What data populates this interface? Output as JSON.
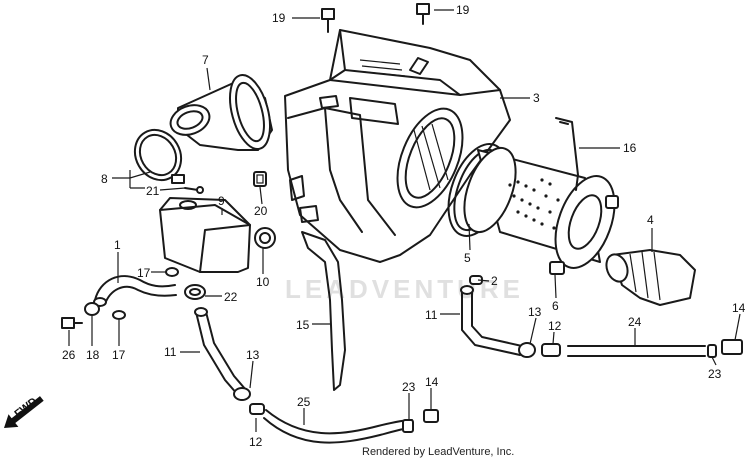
{
  "callouts": [
    {
      "id": "c19a",
      "text": "19"
    },
    {
      "id": "c19b",
      "text": "19"
    },
    {
      "id": "c7",
      "text": "7"
    },
    {
      "id": "c3",
      "text": "3"
    },
    {
      "id": "c16",
      "text": "16"
    },
    {
      "id": "c8",
      "text": "8"
    },
    {
      "id": "c21",
      "text": "21"
    },
    {
      "id": "c20",
      "text": "20"
    },
    {
      "id": "c9",
      "text": "9"
    },
    {
      "id": "c5",
      "text": "5"
    },
    {
      "id": "c4",
      "text": "4"
    },
    {
      "id": "c1",
      "text": "1"
    },
    {
      "id": "c17a",
      "text": "17"
    },
    {
      "id": "c10",
      "text": "10"
    },
    {
      "id": "c22",
      "text": "22"
    },
    {
      "id": "c2",
      "text": "2"
    },
    {
      "id": "c6",
      "text": "6"
    },
    {
      "id": "c15",
      "text": "15"
    },
    {
      "id": "c11a",
      "text": "11"
    },
    {
      "id": "c13a",
      "text": "13"
    },
    {
      "id": "c12a",
      "text": "12"
    },
    {
      "id": "c24",
      "text": "24"
    },
    {
      "id": "c14a",
      "text": "14"
    },
    {
      "id": "c26",
      "text": "26"
    },
    {
      "id": "c18",
      "text": "18"
    },
    {
      "id": "c17b",
      "text": "17"
    },
    {
      "id": "c11b",
      "text": "11"
    },
    {
      "id": "c13b",
      "text": "13"
    },
    {
      "id": "c23a",
      "text": "23"
    },
    {
      "id": "c23b",
      "text": "23"
    },
    {
      "id": "c14b",
      "text": "14"
    },
    {
      "id": "c25",
      "text": "25"
    },
    {
      "id": "c12b",
      "text": "12"
    }
  ],
  "fwd_label": "FWD",
  "watermark": "LEADVENTURE",
  "credit": "Rendered by LeadVenture, Inc."
}
